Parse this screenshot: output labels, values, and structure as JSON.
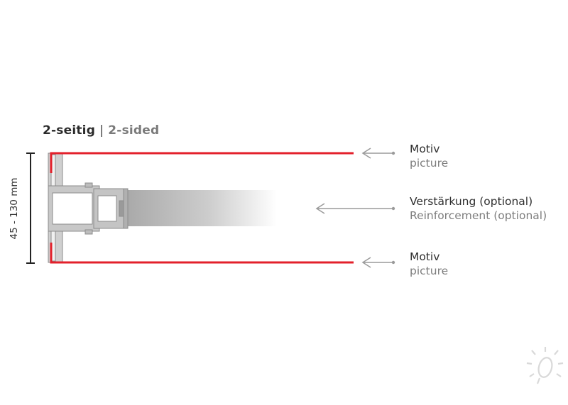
{
  "title": {
    "german": "2-seitig",
    "separator": "|",
    "english": "2-sided"
  },
  "dimension": {
    "label": "45 - 130 mm"
  },
  "labels": [
    {
      "german": "Motiv",
      "english": "picture"
    },
    {
      "german": "Verstärkung (optional)",
      "english": "Reinforcement (optional)"
    },
    {
      "german": "Motiv",
      "english": "picture"
    }
  ],
  "colors": {
    "frame_red": "#e3202b",
    "profile_gray": "#bfbfbf",
    "arrow_gray": "#9a9a9a",
    "logo_gray": "#d9d9d9"
  },
  "icons": [
    "arrow-left-icon",
    "light-bulb-logo-icon"
  ]
}
